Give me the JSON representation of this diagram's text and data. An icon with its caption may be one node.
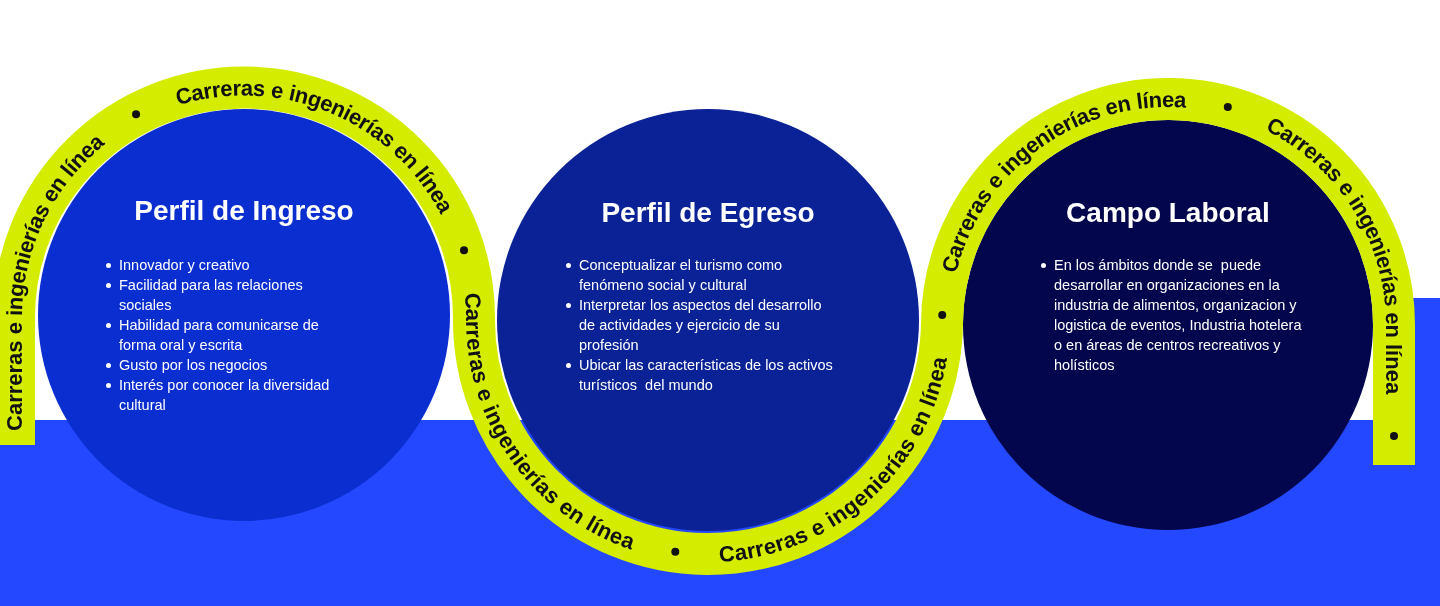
{
  "diagram": {
    "nodes": [
      {
        "text": [
          "Perfil de Ingreso",
          "Innovador y creativo",
          "Facilidad para las relaciones sociales",
          "Habilidad para comunicarse de forma oral y escrita",
          "Gusto por los negocios",
          "Interés por conocer la diversidad cultural"
        ]
      },
      {
        "text": [
          "Perfil de Egreso",
          "Conceptualizar el turismo como fenómeno social y cultural",
          "Interpretar los aspectos del desarrollo de actividades y ejercicio de su profesión",
          "Ubicar las características de los activos turísticos  del mundo"
        ]
      },
      {
        "text": [
          "Campo Laboral",
          "En los ámbitos donde se  puede desarrollar en organizaciones en la industria de alimentos, organizacion y logistica de eventos, Industria hotelera o en áreas de centros recreativos y holísticos"
        ]
      }
    ],
    "labels": [
      "Carreras e ingenierías en línea",
      "Carreras e ingenierías en línea",
      "Carreras e ingenierías en línea",
      "Carreras e ingenierías en línea",
      "Carreras e ingenierías en línea",
      "Carreras e ingenierías en línea"
    ]
  }
}
